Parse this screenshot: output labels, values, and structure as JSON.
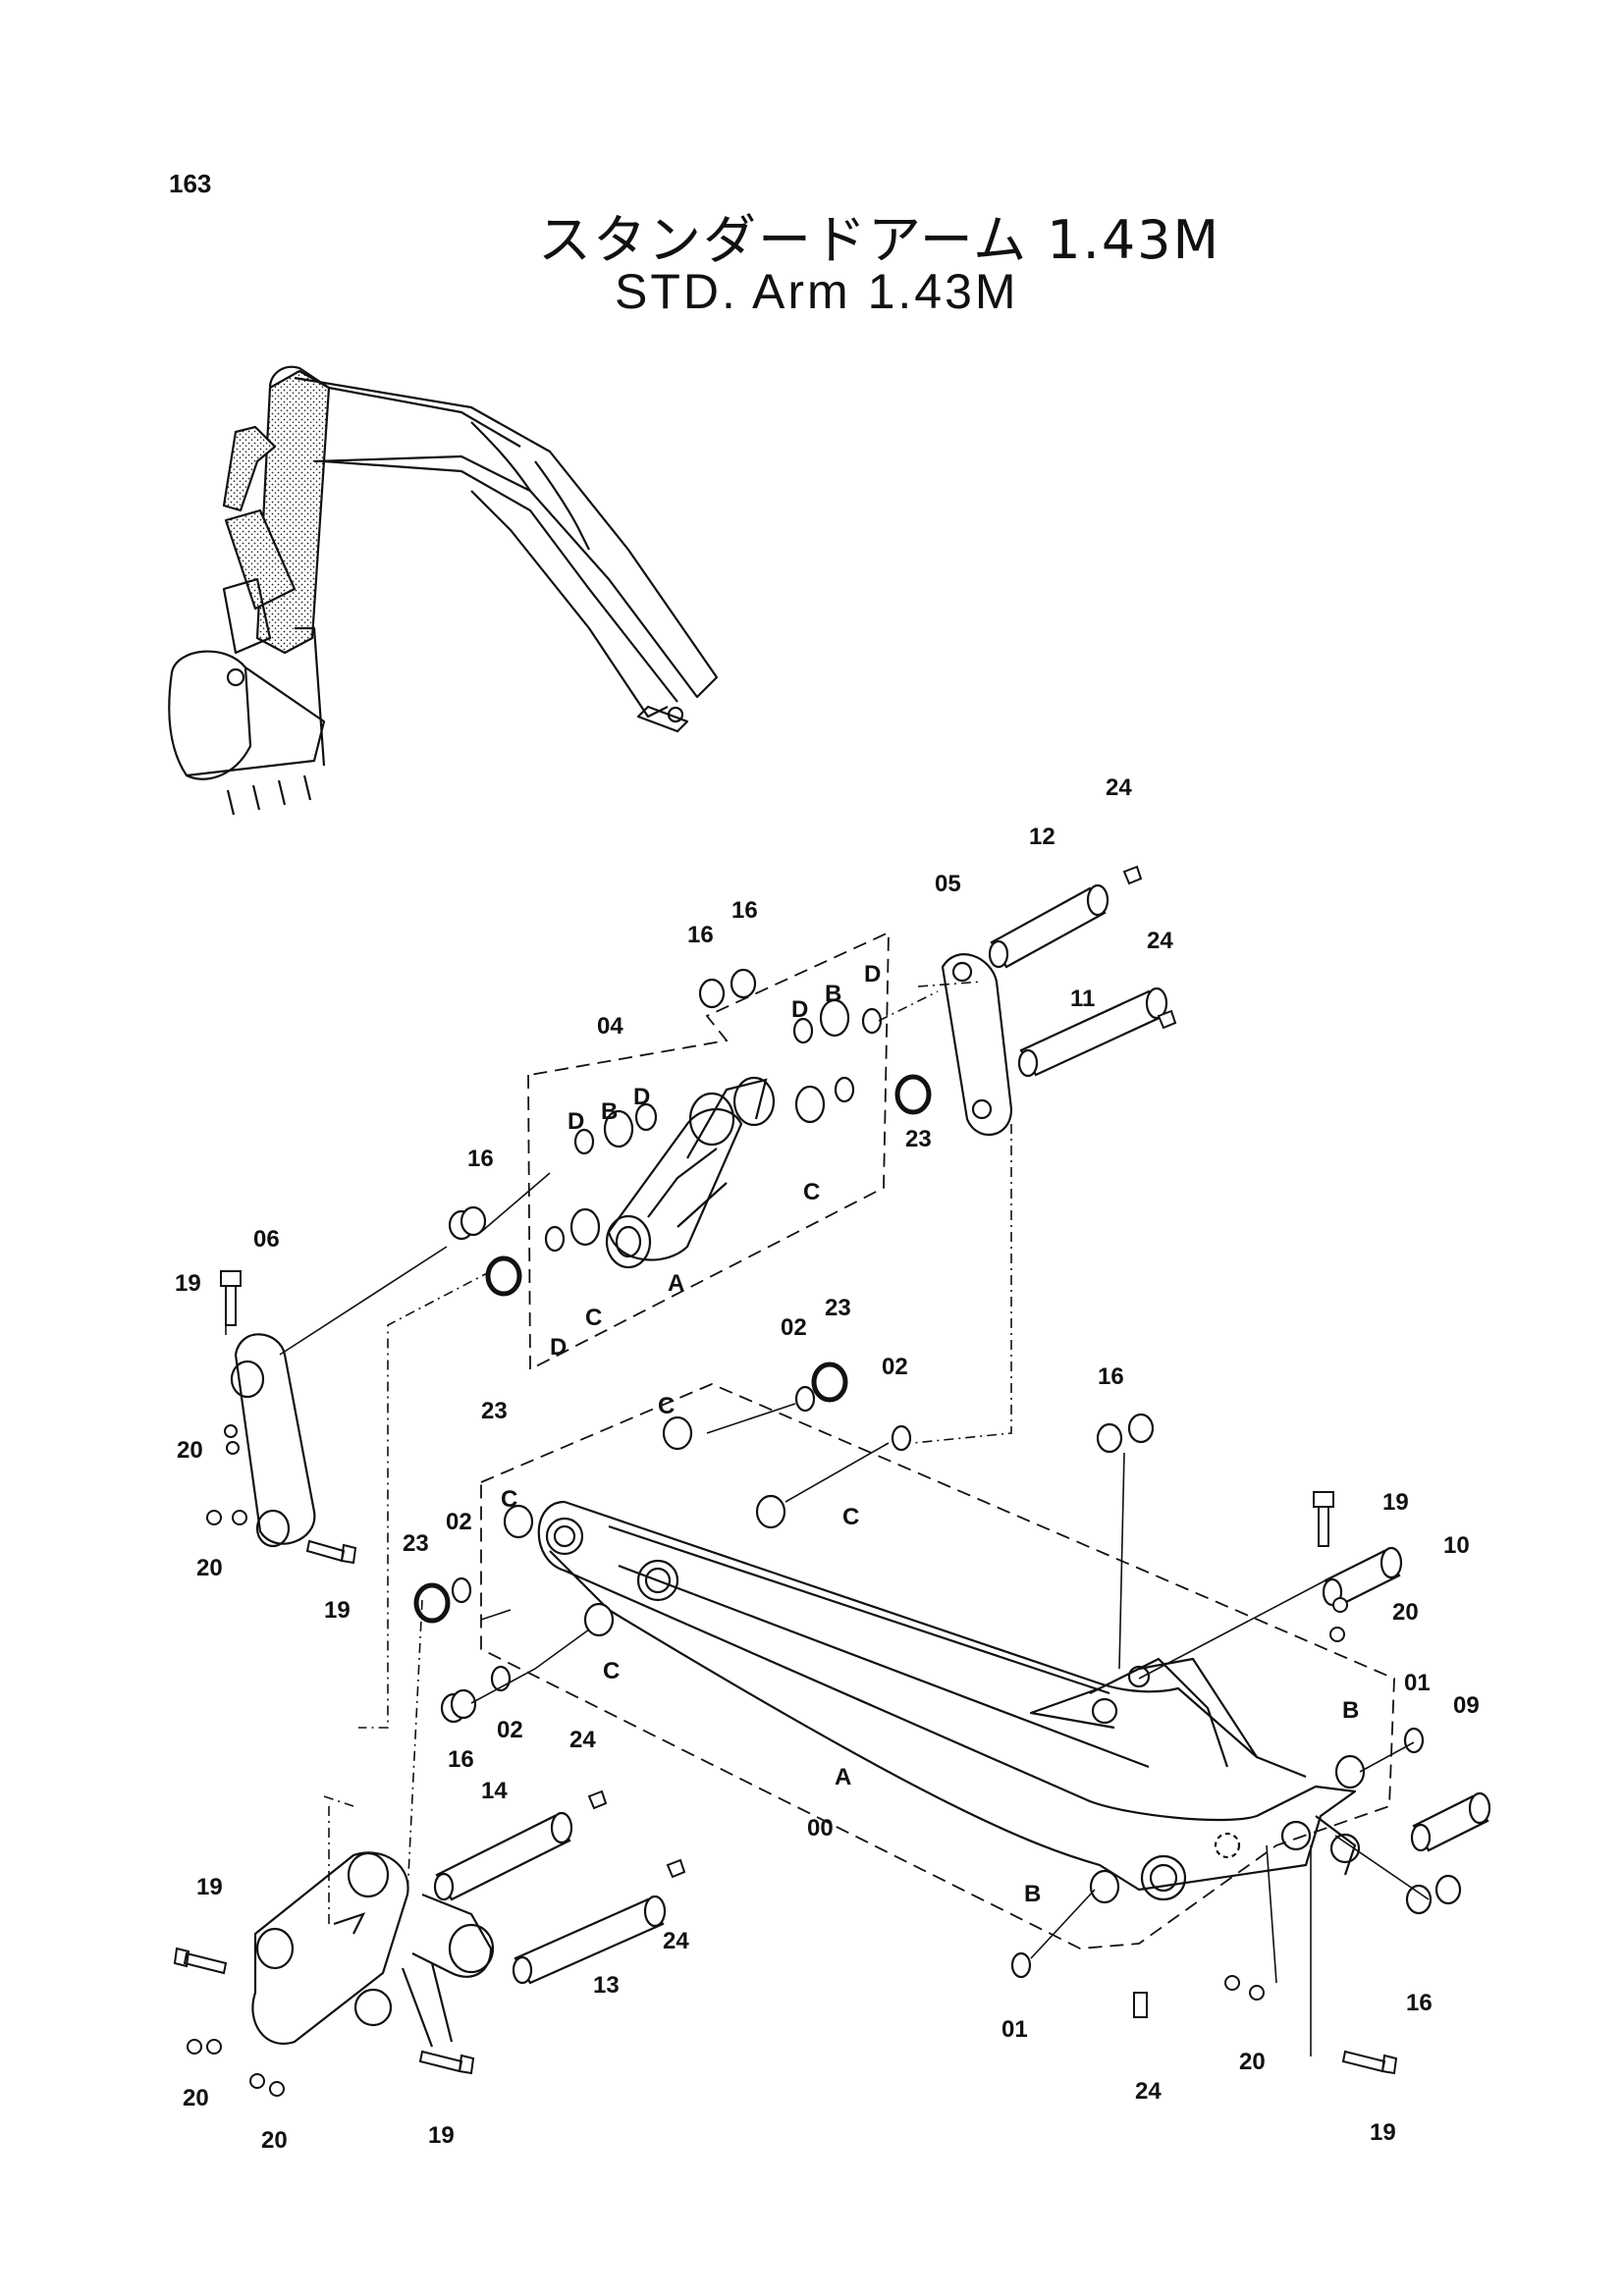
{
  "page_number": "163",
  "title_jp": "スタンダードアーム 1.43M",
  "title_en": "STD. Arm 1.43M",
  "callouts": {
    "p00": "00",
    "p01a": "01",
    "p01b": "01",
    "p02a": "02",
    "p02b": "02",
    "p02c": "02",
    "p02d": "02",
    "p04": "04",
    "p05": "05",
    "p06": "06",
    "p09": "09",
    "p10": "10",
    "p11": "11",
    "p12": "12",
    "p13": "13",
    "p14": "14",
    "p16a": "16",
    "p16b": "16",
    "p16c": "16",
    "p16d": "16",
    "p16e": "16",
    "p16f": "16",
    "p19a": "19",
    "p19b": "19",
    "p19c": "19",
    "p19d": "19",
    "p19e": "19",
    "p19f": "19",
    "p20a": "20",
    "p20b": "20",
    "p20c": "20",
    "p20d": "20",
    "p20e": "20",
    "p20f": "20",
    "p23a": "23",
    "p23b": "23",
    "p23c": "23",
    "p23d": "23",
    "p24a": "24",
    "p24b": "24",
    "p24c": "24",
    "p24d": "24",
    "p24e": "24",
    "lA1": "A",
    "lA2": "A",
    "lB1": "B",
    "lB2": "B",
    "lB3": "B",
    "lB4": "B",
    "lC1": "C",
    "lC2": "C",
    "lC3": "C",
    "lC4": "C",
    "lC5": "C",
    "lC6": "C",
    "lD1": "D",
    "lD2": "D",
    "lD3": "D",
    "lD4": "D",
    "lD5": "D"
  }
}
